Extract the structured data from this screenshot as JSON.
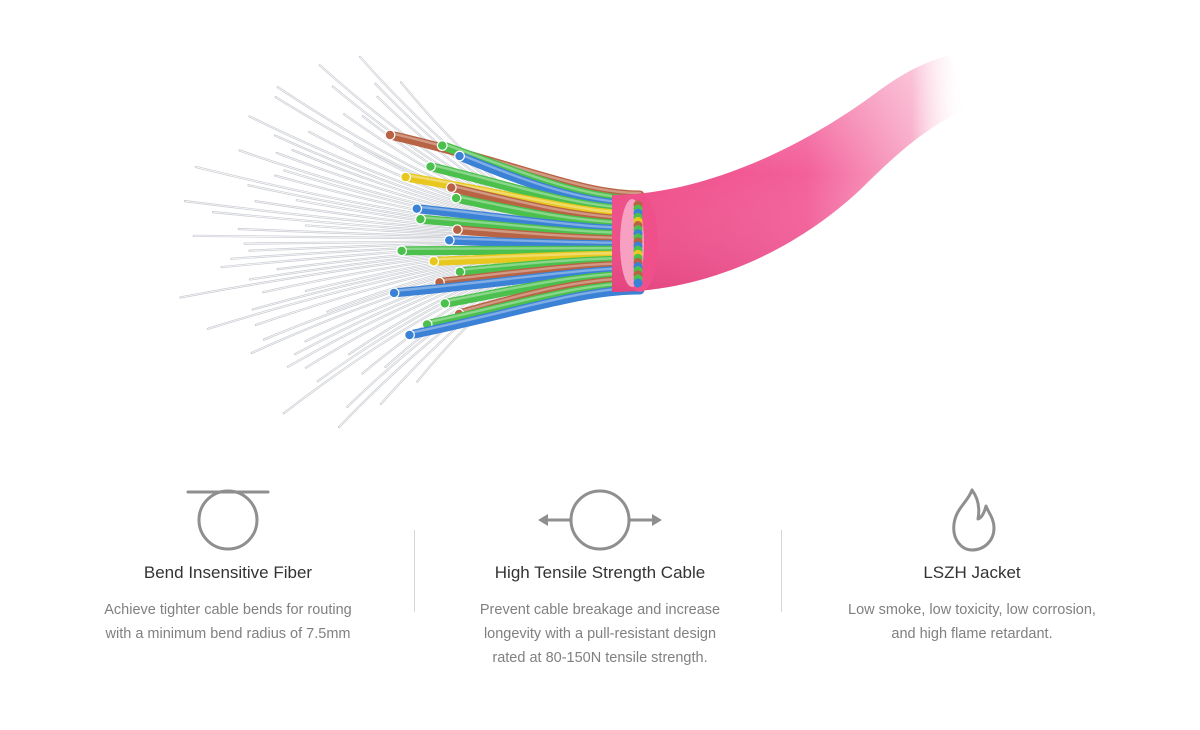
{
  "colors": {
    "jacket": "#f0508a",
    "fiber_blue": "#3b82d6",
    "fiber_green": "#4cc04c",
    "fiber_brown": "#b86444",
    "fiber_yellow": "#e8c81e",
    "strand": "#c9ccd2",
    "icon_stroke": "#8f8f8f",
    "title": "#333333",
    "description": "#808080"
  },
  "hero": {
    "image_icon": "fiber-optic-cable-bundle-icon"
  },
  "features": [
    {
      "icon": "bend-loop-icon",
      "title": "Bend Insensitive Fiber",
      "description_lines": [
        "Achieve tighter cable bends for routing",
        "with a minimum bend radius of 7.5mm"
      ]
    },
    {
      "icon": "tensile-arrows-icon",
      "title": "High Tensile Strength Cable",
      "description_lines": [
        "Prevent cable breakage and increase",
        "longevity with a pull-resistant design",
        "rated at 80-150N tensile strength."
      ]
    },
    {
      "icon": "flame-icon",
      "title": "LSZH Jacket",
      "description_lines": [
        "Low smoke, low toxicity, low corrosion,",
        "and high flame retardant."
      ]
    }
  ]
}
